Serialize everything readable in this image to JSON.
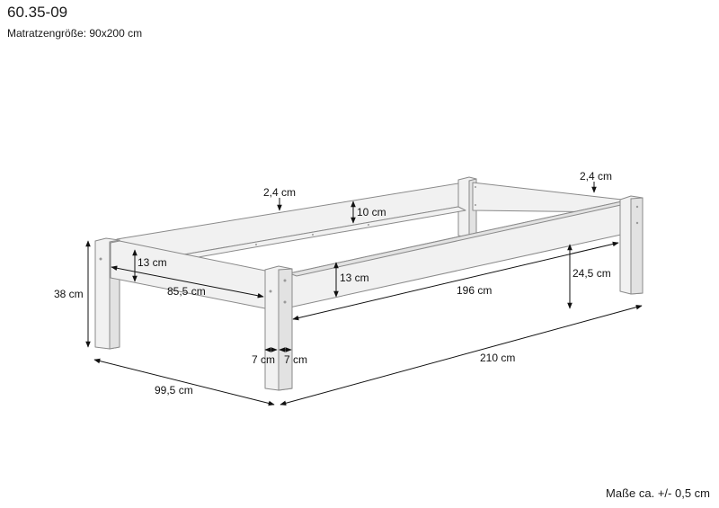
{
  "header": {
    "model": "60.35-09",
    "mattress_size": "Matratzengröße: 90x200 cm"
  },
  "dimensions": {
    "board_thickness_left": "2,4 cm",
    "board_thickness_right": "2,4 cm",
    "back_rail_height": "10 cm",
    "end_rail_height": "13 cm",
    "side_rail_height": "13 cm",
    "inner_width": "85,5 cm",
    "inner_length": "196 cm",
    "clearance_height": "24,5 cm",
    "total_height": "38 cm",
    "leg_width_a": "7 cm",
    "leg_width_b": "7 cm",
    "total_width": "99,5 cm",
    "total_length": "210 cm"
  },
  "footer": {
    "tolerance": "Maße ca. +/- 0,5 cm"
  }
}
